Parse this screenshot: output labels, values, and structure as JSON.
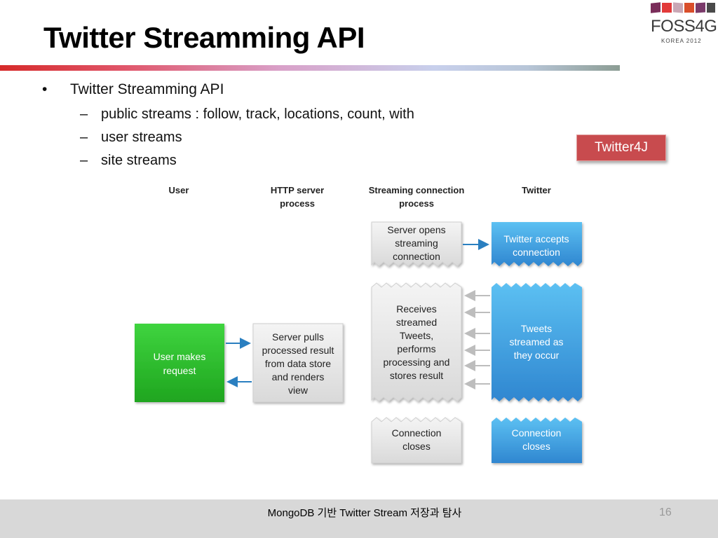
{
  "title": "Twitter Streamming API",
  "logo": {
    "word": "FOSS4G",
    "subtitle": "KOREA 2012"
  },
  "bullets": {
    "main": "Twitter Streamming API",
    "subs": [
      "public streams : follow, track, locations, count, with",
      "user streams",
      "site streams"
    ]
  },
  "badge": {
    "label": "Twitter4J"
  },
  "diagram": {
    "headers": {
      "user": "User",
      "http_line1": "HTTP server",
      "http_line2": "process",
      "stream_line1": "Streaming connection",
      "stream_line2": "process",
      "twitter": "Twitter"
    },
    "boxes": {
      "user_makes": [
        "User makes",
        "request"
      ],
      "server_pulls": [
        "Server pulls",
        "processed result",
        "from data store",
        "and renders",
        "view"
      ],
      "server_opens": [
        "Server opens",
        "streaming",
        "connection"
      ],
      "receives": [
        "Receives",
        "streamed",
        "Tweets,",
        "performs",
        "processing and",
        "stores result"
      ],
      "conn_closes_left": [
        "Connection",
        "closes"
      ],
      "twitter_accepts": [
        "Twitter accepts",
        "connection"
      ],
      "tweets_streamed": [
        "Tweets",
        "streamed as",
        "they occur"
      ],
      "conn_closes_right": [
        "Connection",
        "closes"
      ]
    },
    "colors": {
      "green": "#2bbf2b",
      "blue": "#3fa3e3",
      "gray": "#e6e6e6",
      "arrow_blue": "#2a7fc0",
      "arrow_gray": "#bfbfbf"
    }
  },
  "footer": {
    "text": "MongoDB 기반 Twitter Stream 저장과 탐사",
    "page": "16"
  }
}
